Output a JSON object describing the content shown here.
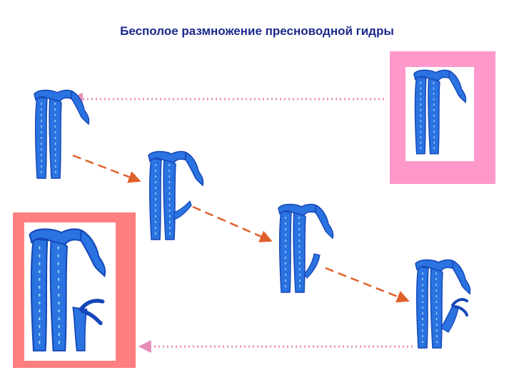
{
  "title": "Бесполое размножение пресноводной гидры",
  "colors": {
    "hydra_fill": "#2a73e0",
    "hydra_stroke": "#1547b8",
    "hydra_highlight": "#9fd0ff",
    "frame_pink": "#ff99cc",
    "frame_salmon": "#ff7e80",
    "dotted_arrow": "#e88cb8",
    "dashed_arrow": "#e0602c"
  },
  "figures": [
    {
      "name": "hydra-stage-1",
      "stage": 1,
      "bud": "none"
    },
    {
      "name": "hydra-stage-2",
      "stage": 2,
      "bud": "small"
    },
    {
      "name": "hydra-stage-3",
      "stage": 3,
      "bud": "medium"
    },
    {
      "name": "hydra-stage-4",
      "stage": 4,
      "bud": "large"
    },
    {
      "name": "hydra-top-right-framed",
      "stage": 1,
      "bud": "none"
    },
    {
      "name": "hydra-bottom-left-framed",
      "stage": 5,
      "bud": "detaching"
    }
  ]
}
